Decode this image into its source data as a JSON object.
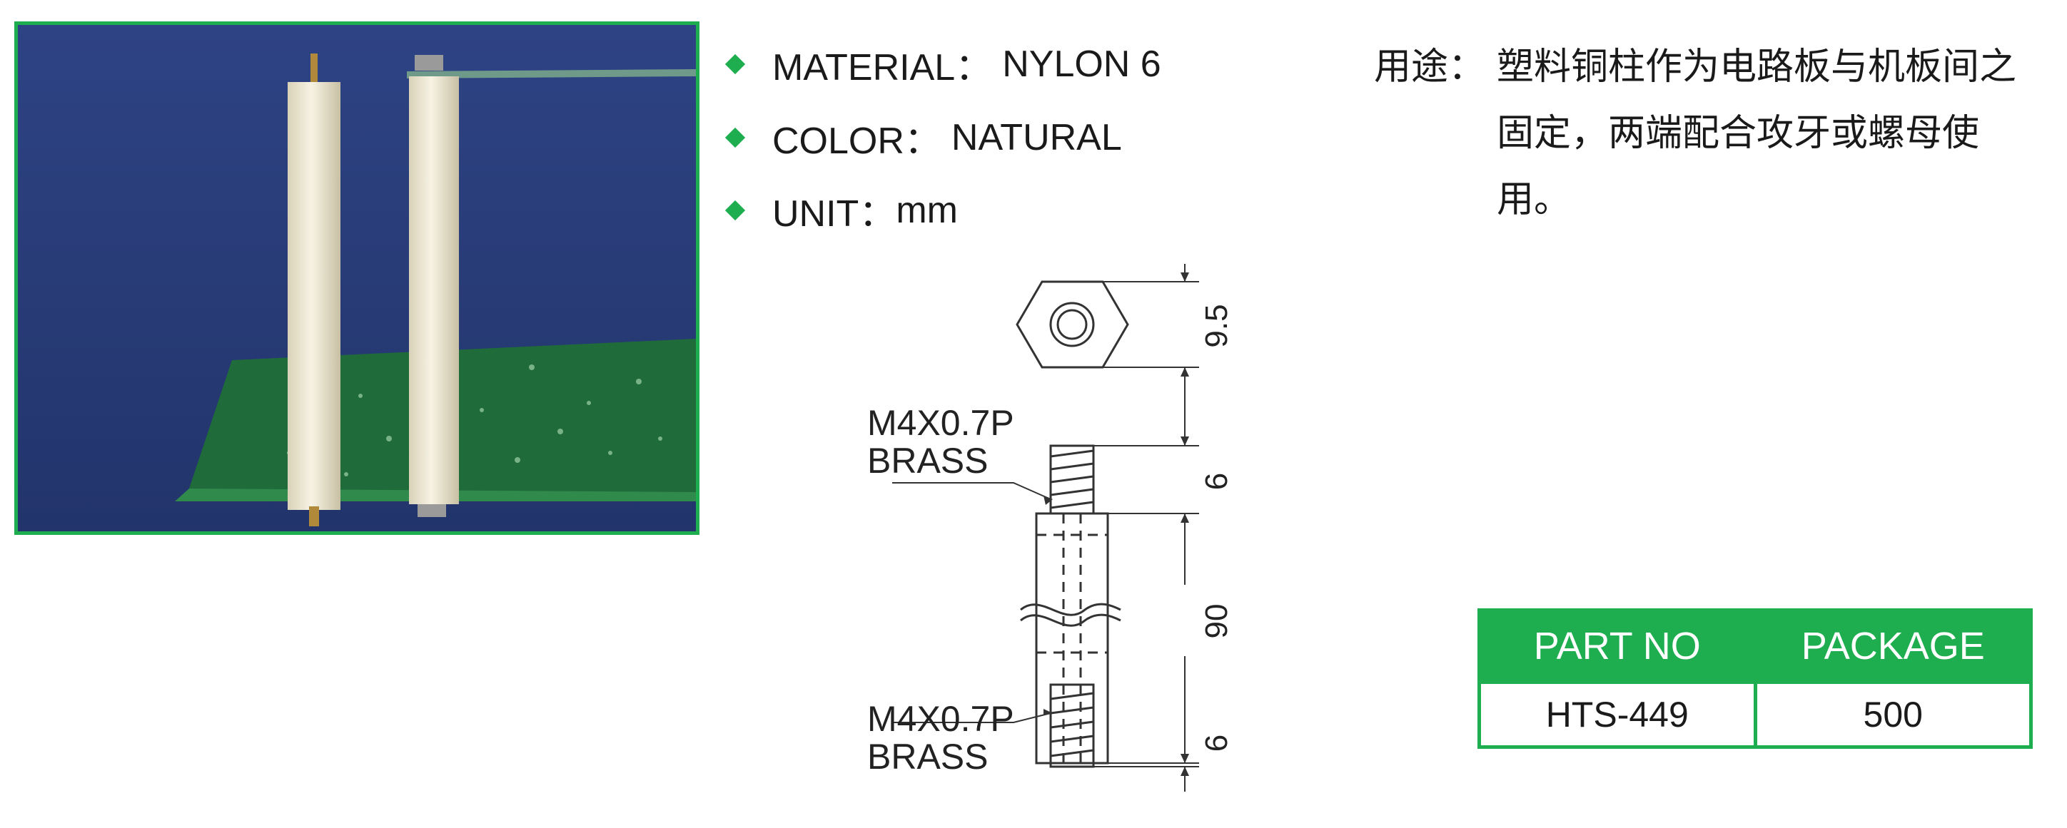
{
  "specs": [
    {
      "label": "MATERIAL：",
      "value": "NYLON 6"
    },
    {
      "label": "COLOR：",
      "value": "NATURAL"
    },
    {
      "label": "UNIT：",
      "value": "mm"
    }
  ],
  "usage": {
    "label": "用途：",
    "text": "塑料铜柱作为电路板与机板间之固定，两端配合攻牙或螺母使用。"
  },
  "drawing": {
    "thread_top": "M4X0.7P",
    "material_top": "BRASS",
    "thread_bottom": "M4X0.7P",
    "material_bottom": "BRASS",
    "dims": {
      "hex": "9.5",
      "top_thread": "6",
      "body": "90",
      "bottom_thread": "6"
    }
  },
  "table": {
    "headers": [
      "PART NO",
      "PACKAGE"
    ],
    "row": [
      "HTS-449",
      "500"
    ]
  },
  "colors": {
    "accent": "#1fae4f",
    "photo_bg": "#2a3d7a",
    "pcb": "#1f6b3a"
  }
}
